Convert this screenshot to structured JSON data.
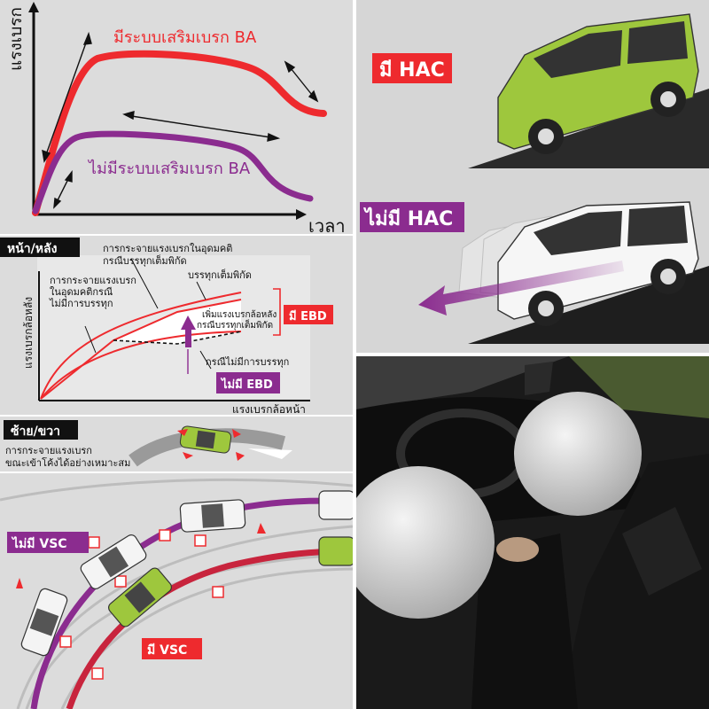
{
  "ba_panel": {
    "ylabel": "แรงเบรก",
    "xlabel": "เวลา",
    "with_ba": "มีระบบเสริมเบรก BA",
    "without_ba": "ไม่มีระบบเสริมเบรก BA",
    "colors": {
      "with": "#ee2a2e",
      "without": "#8b2c8f"
    }
  },
  "ebd_panel": {
    "tag": "หน้า/หลัง",
    "ideal_full_line1": "การกระจายแรงเบรกในอุดมคติ",
    "ideal_full_line2": "กรณีบรรทุกเต็มพิกัด",
    "ideal_empty_line1": "การกระจายแรงเบรก",
    "ideal_empty_line2": "ในอุดมคติกรณี",
    "ideal_empty_line3": "ไม่มีการบรรทุก",
    "full_load": "บรรทุกเต็มพิกัด",
    "boost_line1": "เพิ่มแรงเบรกล้อหลัง",
    "boost_line2": "กรณีบรรทุกเต็มพิกัด",
    "no_load": "กรณีไม่มีการบรรทุก",
    "with_ebd": "มี EBD",
    "without_ebd": "ไม่มี EBD",
    "ylabel": "แรงเบรกล้อหลัง",
    "xlabel": "แรงเบรกล้อหน้า"
  },
  "lr_panel": {
    "tag": "ซ้าย/ขวา",
    "line1": "การกระจายแรงเบรก",
    "line2": "ขณะเข้าโค้งได้อย่างเหมาะสม"
  },
  "vsc_panel": {
    "without_vsc": "ไม่มี VSC",
    "with_vsc": "มี VSC"
  },
  "hac_panel": {
    "with_hac": "มี HAC",
    "without_hac": "ไม่มี HAC"
  },
  "colors": {
    "red": "#ee2a2e",
    "purple": "#8b2c8f",
    "lime": "#9ec73d"
  }
}
